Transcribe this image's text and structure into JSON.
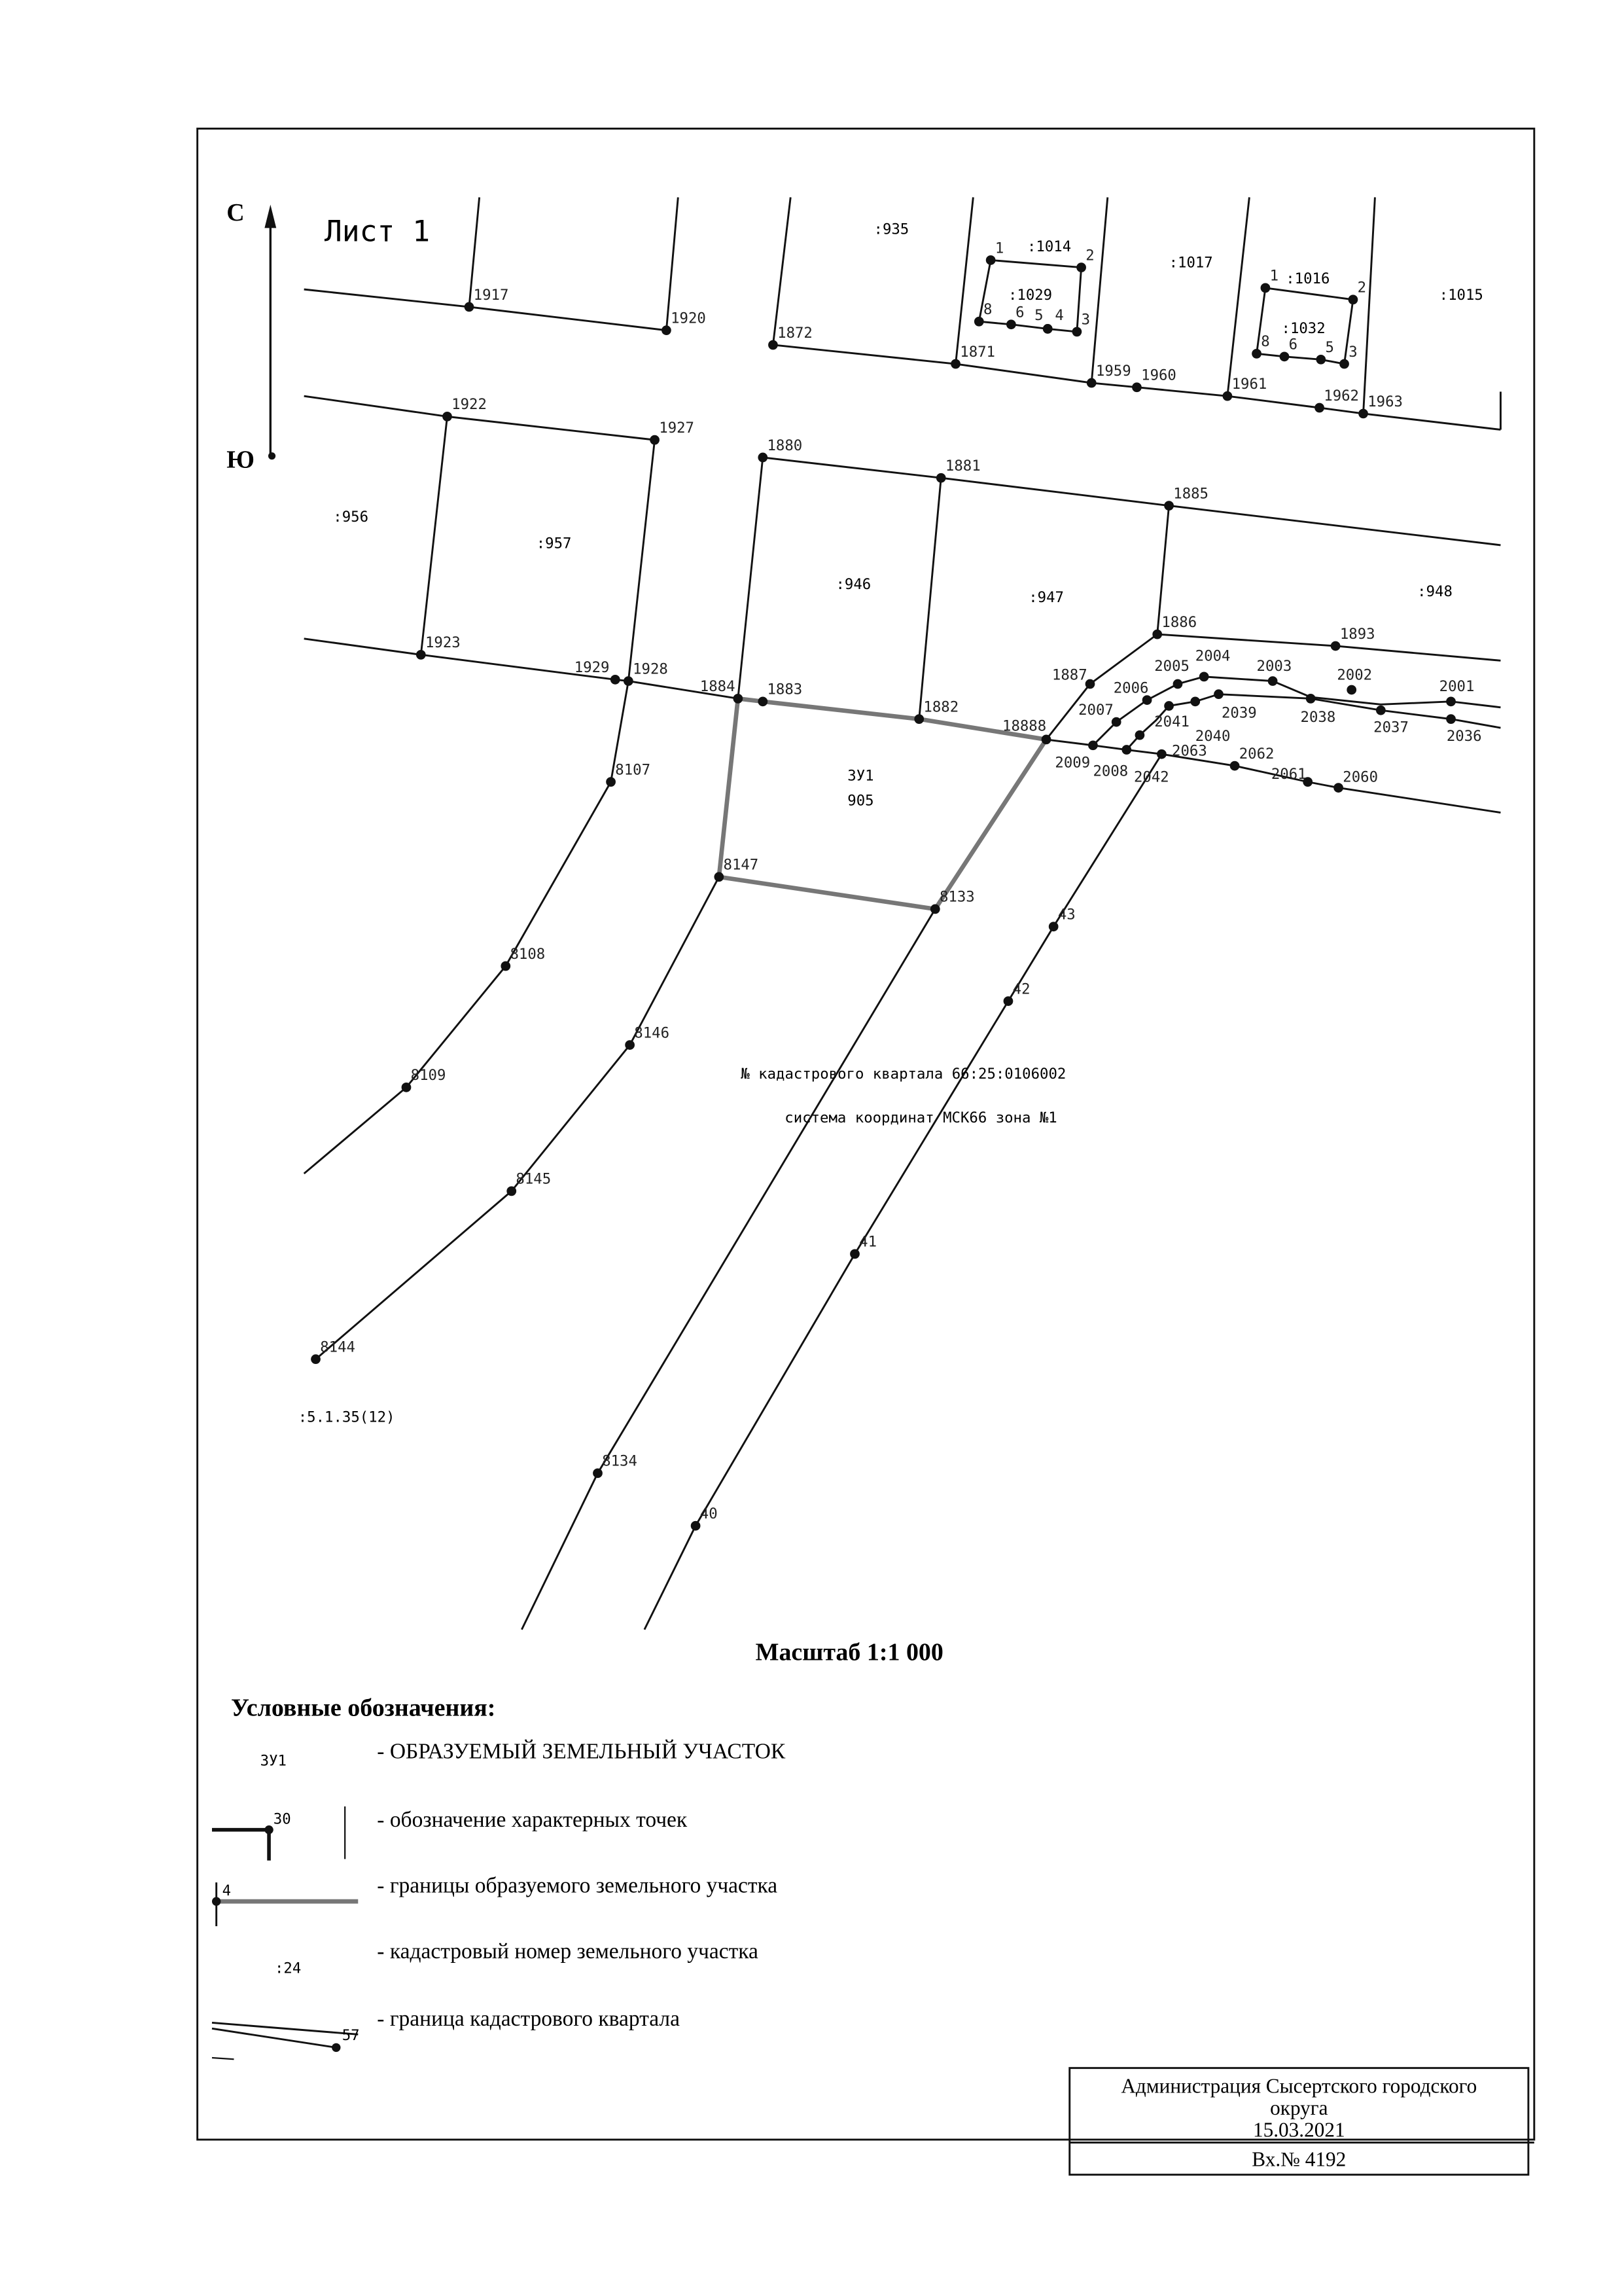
{
  "sheet": {
    "title": "Лист 1",
    "north": "С",
    "south": "Ю"
  },
  "parcel_labels": [
    ":935",
    ":1014",
    ":1029",
    ":1017",
    ":1016",
    ":1032",
    ":1015",
    ":956",
    ":957",
    ":946",
    ":947",
    ":948"
  ],
  "new_parcel": {
    "code": "ЗУ1",
    "area": "905"
  },
  "quarter_text": "№ кадастрового квартала 66:25:0106002",
  "coord_system": "система координат МСК66 зона №1",
  "zone_label": ":5.1.35(12)",
  "points": [
    "1917",
    "1920",
    "1872",
    "1871",
    "1959",
    "1960",
    "1961",
    "1962",
    "1963",
    "1",
    "2",
    "3",
    "8",
    "6",
    "5",
    "4",
    "1",
    "2",
    "3",
    "8",
    "6",
    "5",
    "1922",
    "1927",
    "1880",
    "1881",
    "1885",
    "1923",
    "1929",
    "1928",
    "1884",
    "1883",
    "1882",
    "18888",
    "2009",
    "2008",
    "2063",
    "2062",
    "2061",
    "2060",
    "1886",
    "1893",
    "1887",
    "2007",
    "2006",
    "2005",
    "2004",
    "2003",
    "2002",
    "2001",
    "2042",
    "2041",
    "2040",
    "2039",
    "2038",
    "2037",
    "2036",
    "8107",
    "8108",
    "8109",
    "8147",
    "8133",
    "8146",
    "8145",
    "8144",
    "8134",
    "43",
    "42",
    "41",
    "40"
  ],
  "scale": "Масштаб 1:1 000",
  "legend": {
    "title": "Условные обозначения:",
    "items": [
      {
        "sample": "ЗУ1",
        "text": "- ОБРАЗУЕМЫЙ ЗЕМЕЛЬНЫЙ УЧАСТОК"
      },
      {
        "sample": "30",
        "text": "- обозначение характерных точек"
      },
      {
        "sample": "4",
        "text": "- границы образуемого земельного участка"
      },
      {
        "sample": ":24",
        "text": "- кадастровый номер земельного участка"
      },
      {
        "sample": "57",
        "text": "- граница кадастрового квартала"
      }
    ]
  },
  "stamp": {
    "org": "Администрация Сысертского городского",
    "org2": "округа",
    "date": "15.03.2021",
    "number": "Вх.№ 4192"
  }
}
